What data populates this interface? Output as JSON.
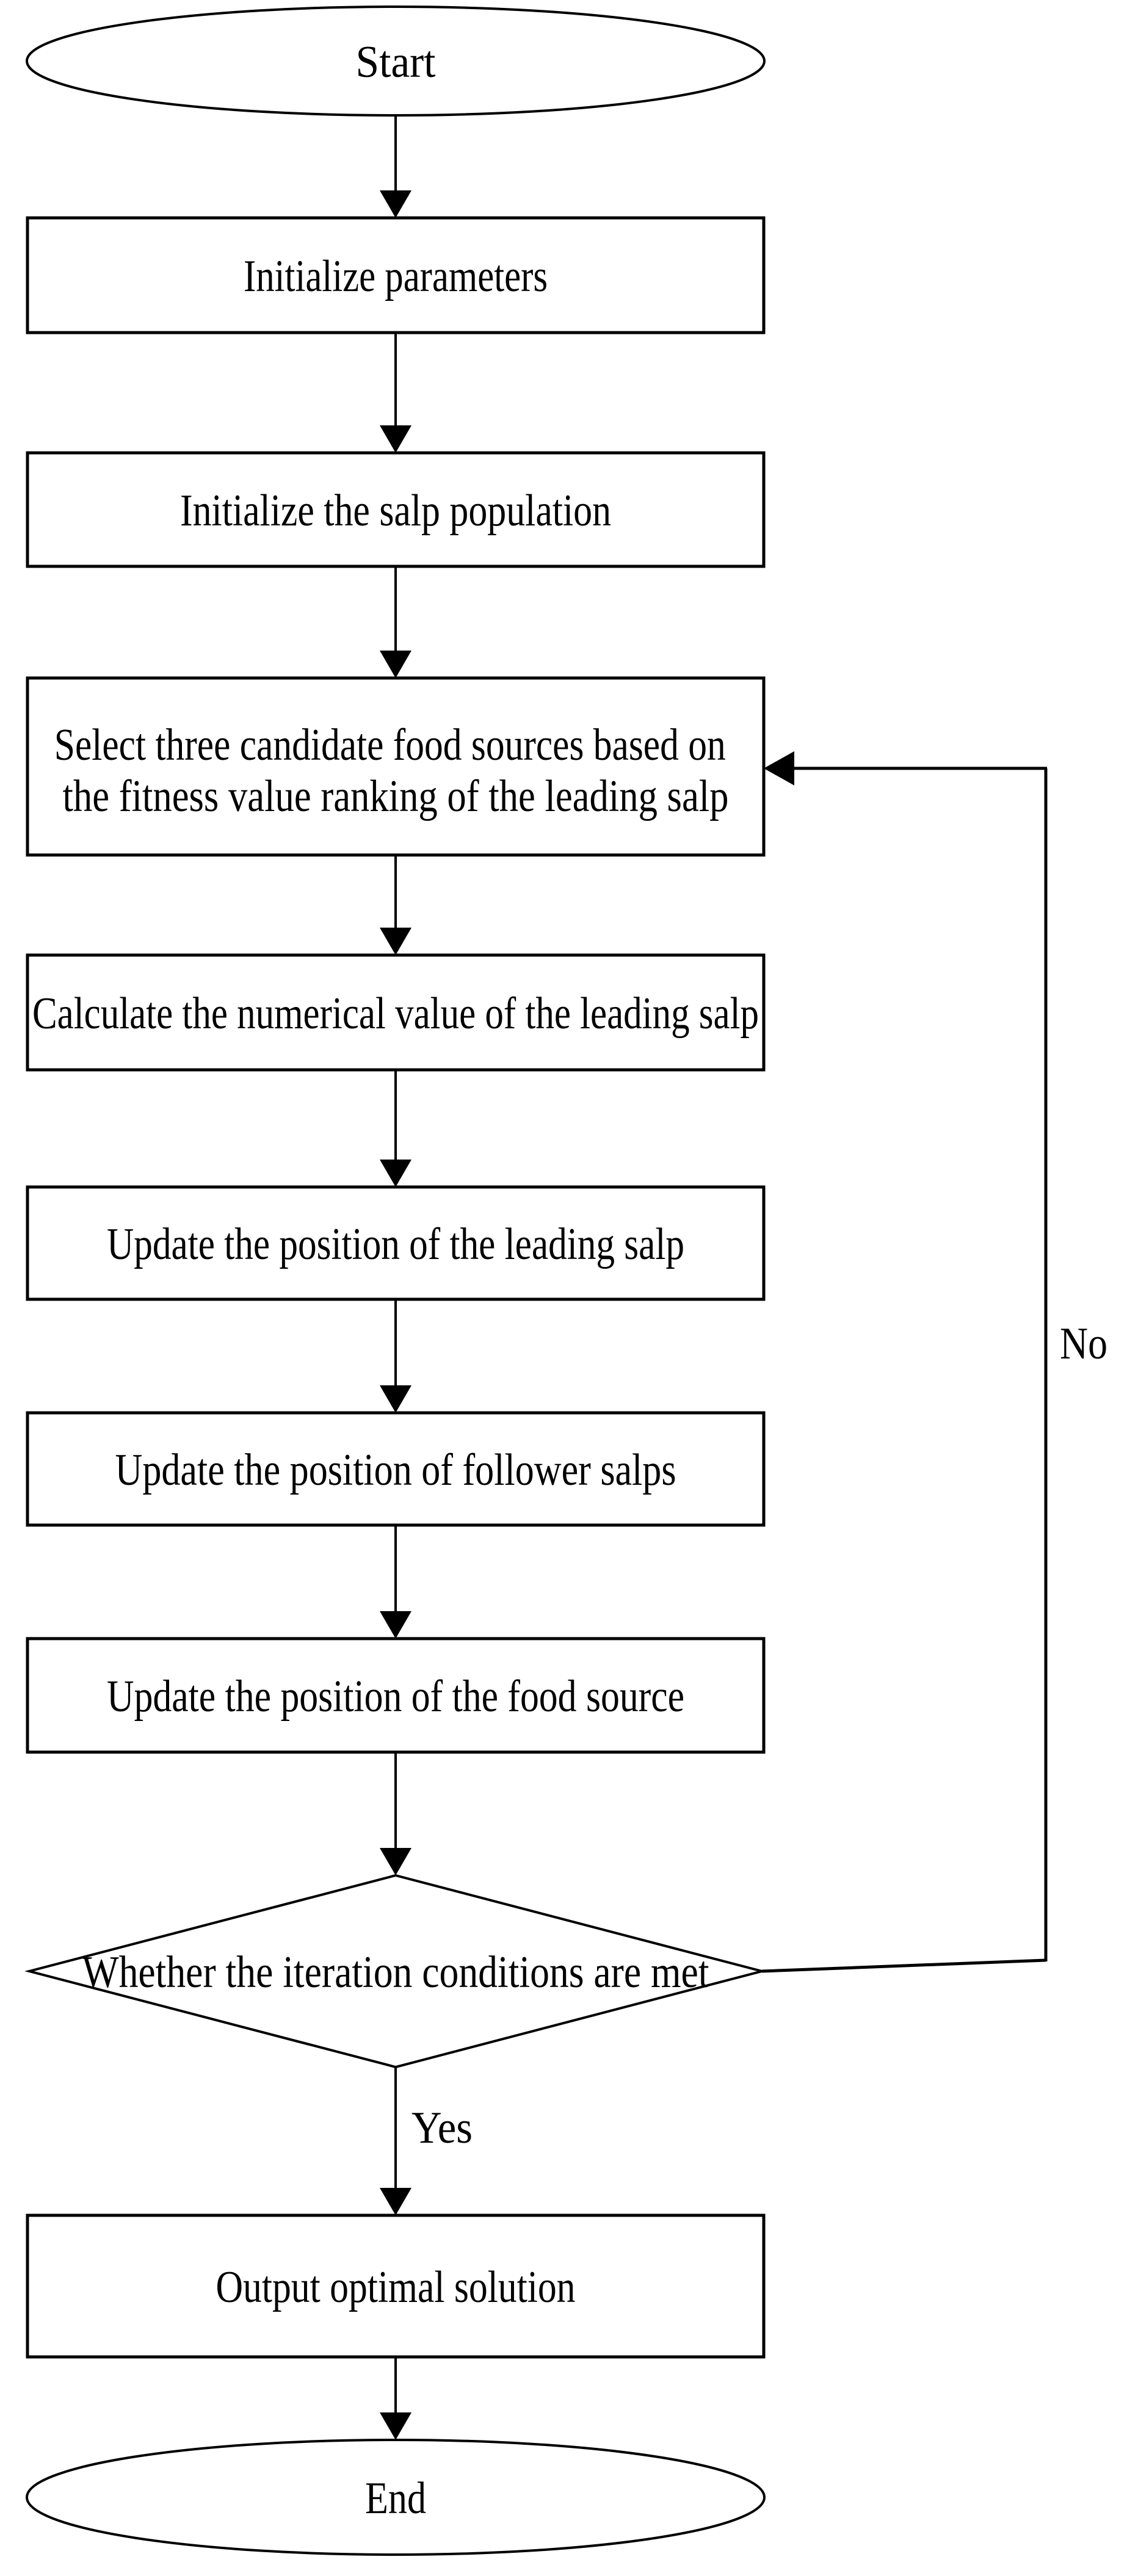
{
  "diagram": {
    "type": "flowchart",
    "title": "Salp Swarm Algorithm flowchart",
    "background_color": "#ffffff",
    "stroke_color": "#000000",
    "shape_fill_color": "#ffffff",
    "text_color": "#000000",
    "nodes": {
      "start": {
        "type": "terminator",
        "label": "Start"
      },
      "init_params": {
        "type": "process",
        "label": "Initialize parameters"
      },
      "init_population": {
        "type": "process",
        "label": "Initialize the salp population"
      },
      "select_food": {
        "type": "process",
        "label": "Select three candidate food sources based on the fitness value ranking of the leading salp",
        "line1": "Select three candidate food sources based on",
        "line2": "the fitness value ranking of the leading salp"
      },
      "calc_value": {
        "type": "process",
        "label": "Calculate the numerical value of the leading salp"
      },
      "update_leading": {
        "type": "process",
        "label": "Update the position of the leading salp"
      },
      "update_followers": {
        "type": "process",
        "label": "Update the position of follower salps"
      },
      "update_food": {
        "type": "process",
        "label": "Update the position of the food source"
      },
      "decision": {
        "type": "decision",
        "label": "Whether the iteration conditions are met"
      },
      "output": {
        "type": "process",
        "label": "Output optimal solution"
      },
      "end": {
        "type": "terminator",
        "label": "End"
      }
    },
    "edge_labels": {
      "yes": "Yes",
      "no": "No"
    },
    "edges": [
      {
        "from": "start",
        "to": "init_params"
      },
      {
        "from": "init_params",
        "to": "init_population"
      },
      {
        "from": "init_population",
        "to": "select_food"
      },
      {
        "from": "select_food",
        "to": "calc_value"
      },
      {
        "from": "calc_value",
        "to": "update_leading"
      },
      {
        "from": "update_leading",
        "to": "update_followers"
      },
      {
        "from": "update_followers",
        "to": "update_food"
      },
      {
        "from": "update_food",
        "to": "decision"
      },
      {
        "from": "decision",
        "to": "output",
        "label": "Yes"
      },
      {
        "from": "decision",
        "to": "select_food",
        "label": "No"
      },
      {
        "from": "output",
        "to": "end"
      }
    ]
  }
}
